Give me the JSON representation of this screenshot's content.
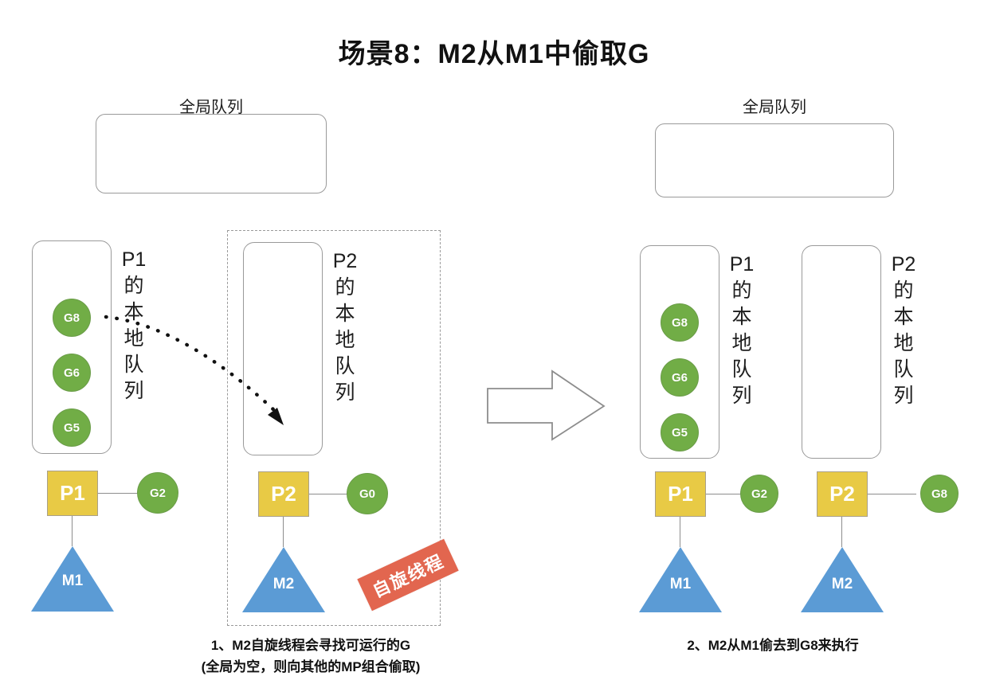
{
  "title": "场景8：M2从M1中偷取G",
  "panels": {
    "left": {
      "global_queue": {
        "label": "全局队列",
        "items": []
      },
      "processors": [
        {
          "queue_label": "P1的本地队列",
          "queue_items": [
            "G8",
            "G6",
            "G5"
          ],
          "p_label": "P1",
          "running_g": "G2",
          "m_label": "M1",
          "highlighted": false
        },
        {
          "queue_label": "P2的本地队列",
          "queue_items": [],
          "p_label": "P2",
          "running_g": "G0",
          "m_label": "M2",
          "highlighted": true,
          "badge": "自旋线程"
        }
      ],
      "caption_line1": "1、M2自旋线程会寻找可运行的G",
      "caption_line2": "(全局为空，则向其他的MP组合偷取)"
    },
    "right": {
      "global_queue": {
        "label": "全局队列",
        "items": []
      },
      "processors": [
        {
          "queue_label": "P1的本地队列",
          "queue_items": [
            "G8",
            "G6",
            "G5"
          ],
          "p_label": "P1",
          "running_g": "G2",
          "m_label": "M1",
          "highlighted": false
        },
        {
          "queue_label": "P2的本地队列",
          "queue_items": [],
          "p_label": "P2",
          "running_g": "G8",
          "m_label": "M2",
          "highlighted": false
        }
      ],
      "caption_line1": "2、M2从M1偷去到G8来执行",
      "caption_line2": ""
    }
  },
  "transition_arrow": {
    "name": "block-arrow-right"
  },
  "steal_arrow": {
    "name": "dotted-steal-arrow",
    "from": "P1 local queue (G8)",
    "to": "P2 local queue"
  },
  "colors": {
    "goroutine_green": "#71ad46",
    "processor_yellow": "#e8ca45",
    "machine_blue": "#5b9bd5",
    "banner_red": "#e2664f",
    "outline_gray": "#9a9a9a"
  }
}
